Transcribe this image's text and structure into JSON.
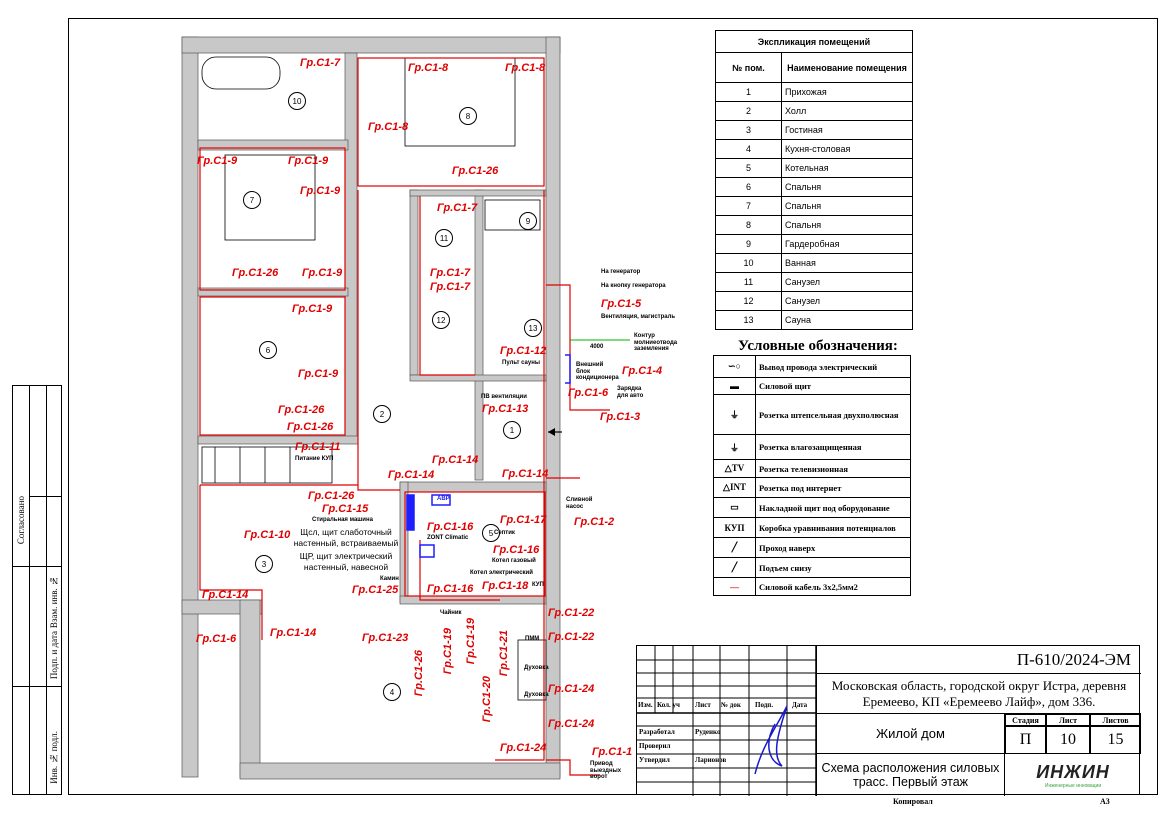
{
  "stamp": {
    "agreed": "Согласовано",
    "replace_inv": "Взам. инв. №",
    "sign_date": "Подп. и дата",
    "inv_orig": "Инв. № подл."
  },
  "explication": {
    "title": "Экспликация помещений",
    "col_num": "№ пом.",
    "col_name": "Наименование помещения",
    "rows": [
      {
        "num": "1",
        "name": "Прихожая"
      },
      {
        "num": "2",
        "name": "Холл"
      },
      {
        "num": "3",
        "name": "Гостиная"
      },
      {
        "num": "4",
        "name": "Кухня-столовая"
      },
      {
        "num": "5",
        "name": "Котельная"
      },
      {
        "num": "6",
        "name": "Спальня"
      },
      {
        "num": "7",
        "name": "Спальня"
      },
      {
        "num": "8",
        "name": "Спальня"
      },
      {
        "num": "9",
        "name": "Гардеробная"
      },
      {
        "num": "10",
        "name": "Ванная"
      },
      {
        "num": "11",
        "name": "Санузел"
      },
      {
        "num": "12",
        "name": "Санузел"
      },
      {
        "num": "13",
        "name": "Сауна"
      }
    ]
  },
  "legend": {
    "title": "Условные обозначения:",
    "items": [
      {
        "icon": "wire-outlet-icon",
        "glyph": "∽○",
        "label": "Вывод провода электрический"
      },
      {
        "icon": "power-panel-icon",
        "glyph": "▬",
        "label": "Силовой щит"
      },
      {
        "icon": "socket-icon",
        "glyph": "⏚",
        "label": "Розетка штепсельная двухполюсная"
      },
      {
        "icon": "waterproof-socket-icon",
        "glyph": "⏚",
        "label": "Розетка влагозащищенная"
      },
      {
        "icon": "tv-socket-icon",
        "glyph": "△TV",
        "label": "Розетка телевизионная"
      },
      {
        "icon": "internet-socket-icon",
        "glyph": "△INT",
        "label": "Розетка под интернет"
      },
      {
        "icon": "equipment-panel-icon",
        "glyph": "▭",
        "label": "Накладной щит под оборудование"
      },
      {
        "icon": "kup-box-icon",
        "glyph": "КУП",
        "label": "Коробка уравнивания потенциалов"
      },
      {
        "icon": "pass-up-icon",
        "glyph": "╱",
        "label": "Проход наверх"
      },
      {
        "icon": "rise-from-below-icon",
        "glyph": "╱",
        "label": "Подъем снизу"
      },
      {
        "icon": "power-cable-icon",
        "glyph": "—",
        "label": "Силовой кабель 3х2,5мм2"
      }
    ]
  },
  "title_block": {
    "code": "П-610/2024-ЭМ",
    "address": "Московская область, городской округ Истра, деревня Еремеево, КП «Еремеево Лайф», дом 336.",
    "object": "Жилой дом",
    "drawing": "Схема расположения силовых трасс. Первый этаж",
    "stage_label": "Стадия",
    "sheet_label": "Лист",
    "sheets_label": "Листов",
    "stage": "П",
    "sheet": "10",
    "sheets": "15",
    "cols": {
      "izm": "Изм.",
      "kol": "Кол. уч",
      "list": "Лист",
      "doc": "№ док",
      "sign": "Подп.",
      "date": "Дата"
    },
    "roles": [
      {
        "role": "Разработал",
        "name": "Руденко"
      },
      {
        "role": "Проверил",
        "name": ""
      },
      {
        "role": "Утвердил",
        "name": "Ларионов"
      }
    ],
    "logo": "ИНЖИН",
    "logo_sub": "Инженерные инновации",
    "copied": "Копировал",
    "format": "А3"
  },
  "plan": {
    "rooms": [
      "10",
      "8",
      "7",
      "11",
      "9",
      "12",
      "13",
      "6",
      "2",
      "1",
      "3",
      "5",
      "4"
    ],
    "groups": [
      "Гр.С1-7",
      "Гр.С1-8",
      "Гр.С1-8",
      "Гр.С1-8",
      "Гр.С1-9",
      "Гр.С1-9",
      "Гр.С1-9",
      "Гр.С1-26",
      "Гр.С1-7",
      "Гр.С1-26",
      "Гр.С1-9",
      "Гр.С1-7",
      "Гр.С1-7",
      "Гр.С1-9",
      "Гр.С1-12",
      "Гр.С1-9",
      "Гр.С1-13",
      "Гр.С1-26",
      "Гр.С1-26",
      "Гр.С1-11",
      "Гр.С1-14",
      "Гр.С1-14",
      "Гр.С1-14",
      "Гр.С1-26",
      "Гр.С1-15",
      "Гр.С1-10",
      "Гр.С1-16",
      "Гр.С1-17",
      "Гр.С1-2",
      "Гр.С1-16",
      "Гр.С1-25",
      "Гр.С1-16",
      "Гр.С1-18",
      "Гр.С1-14",
      "Гр.С1-14",
      "Гр.С1-6",
      "Гр.С1-22",
      "Гр.С1-22",
      "Гр.С1-23",
      "Гр.С1-24",
      "Гр.С1-24",
      "Гр.С1-24",
      "Гр.С1-1",
      "Гр.С1-5",
      "Гр.С1-4",
      "Гр.С1-6",
      "Гр.С1-3"
    ],
    "vgroups": [
      "Гр.С1-26",
      "Гр.С1-19",
      "Гр.С1-19",
      "Гр.С1-20",
      "Гр.С1-21"
    ],
    "notes": [
      "На генератор",
      "На кнопку генератора",
      "Вентиляция, магистраль",
      "Контур молниеотвода заземления",
      "4000",
      "Внешний блок кондиционера",
      "Зарядка для авто",
      "Пульт сауны",
      "ПВ вентиляции",
      "Питание КУП",
      "Стиральная машина",
      "Сливной насос",
      "Септик",
      "ZONT Climatic",
      "Котел газовый",
      "Котел электрический",
      "КУП",
      "АВР",
      "Камин",
      "Чайник",
      "ПММ",
      "Привод выездных ворот",
      "Духовка",
      "Духовка"
    ],
    "panel_notes": [
      "Щсл, щит слаботочный настенный, встраиваемый",
      "ЩР, щит электрический настенный, навесной"
    ]
  }
}
